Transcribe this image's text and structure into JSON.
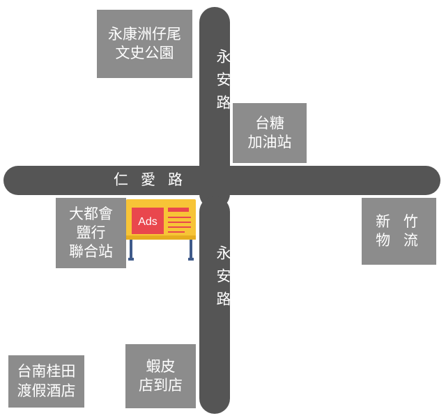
{
  "roads": {
    "yongan_top": "永安路",
    "yongan_bottom": "永安路",
    "renai": "仁愛路"
  },
  "landmarks": {
    "park": "永康洲仔尾\n文史公園",
    "gas_station": "台糖\n加油站",
    "salt_station": "大都會\n鹽行\n聯合站",
    "logistics": "新 竹\n物 流",
    "shrimp_store": "蝦皮\n店到店",
    "hotel": "台南桂田\n渡假酒店"
  },
  "ad_sign": {
    "text": "Ads"
  },
  "colors": {
    "road": "#555555",
    "landmark_box": "#8c8c8c",
    "billboard": "#f7c437",
    "ad_panel": "#e9474d",
    "legs": "#3f5a8a"
  }
}
